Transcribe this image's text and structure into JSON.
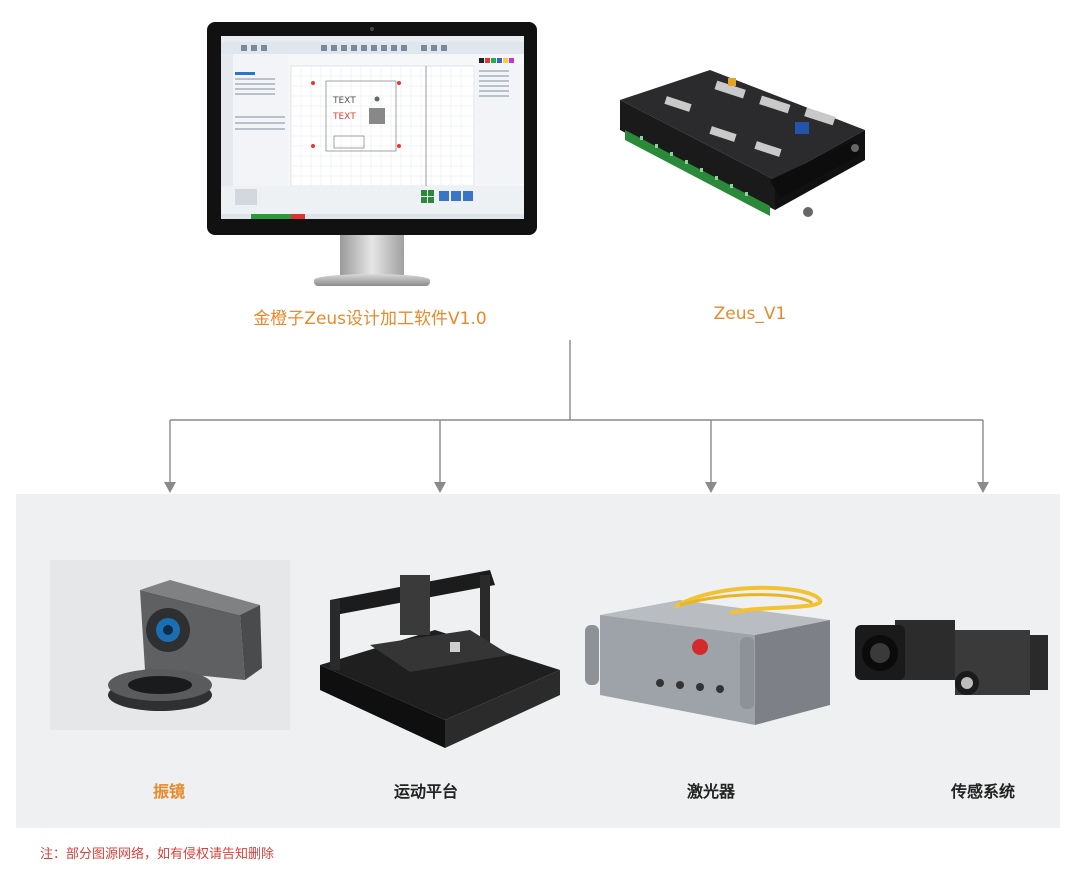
{
  "top": {
    "software_label": "金橙子Zeus设计加工软件V1.0",
    "controller_label": "Zeus_V1",
    "screen_text_1": "TEXT",
    "screen_text_2": "TEXT"
  },
  "devices": [
    {
      "label": "振镜",
      "highlight": true
    },
    {
      "label": "运动平台",
      "highlight": false
    },
    {
      "label": "激光器",
      "highlight": false
    },
    {
      "label": "传感系统",
      "highlight": false
    }
  ],
  "note": "注：部分图源网络，如有侵权请告知删除",
  "colors": {
    "accent_orange": "#e8892a",
    "note_red": "#d9413b",
    "panel_bg": "#eff0f1",
    "connector": "#8a8a8a"
  }
}
